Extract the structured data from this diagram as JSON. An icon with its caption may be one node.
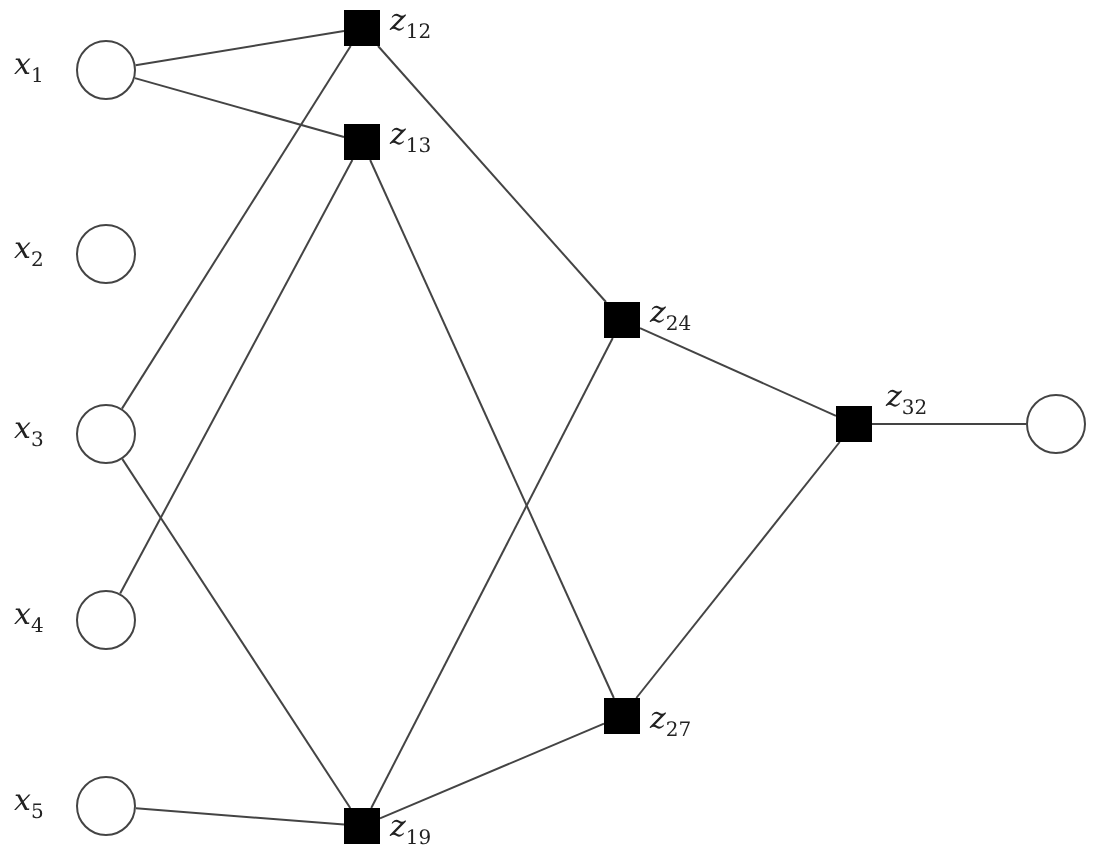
{
  "diagram": {
    "nodes": [
      {
        "text": [],
        "shape": "circle",
        "beside": [
          "x$_{1}$"
        ]
      },
      {
        "text": [],
        "shape": "circle",
        "beside": [
          "x$_{2}$"
        ]
      },
      {
        "text": [],
        "shape": "circle",
        "beside": [
          "x$_{3}$"
        ]
      },
      {
        "text": [],
        "shape": "circle",
        "beside": [
          "x$_{4}$"
        ]
      },
      {
        "text": [],
        "shape": "circle",
        "beside": [
          "x$_{5}$"
        ]
      },
      {
        "text": [],
        "shape": "box",
        "beside": [
          "z$_{12}$"
        ]
      },
      {
        "text": [],
        "shape": "box",
        "beside": [
          "z$_{13}$"
        ]
      },
      {
        "text": [],
        "shape": "box",
        "beside": [
          "z$_{19}$"
        ]
      },
      {
        "text": [],
        "shape": "box",
        "beside": [
          "z$_{24}$"
        ]
      },
      {
        "text": [],
        "shape": "box",
        "beside": [
          "z$_{27}$"
        ]
      },
      {
        "text": [],
        "shape": "box",
        "beside": [
          "z$_{32}$"
        ]
      },
      {
        "text": [],
        "shape": "circle"
      }
    ],
    "edges": [
      {
        "from": 0,
        "to": 5,
        "arrow": "none"
      },
      {
        "from": 0,
        "to": 6,
        "arrow": "none"
      },
      {
        "from": 2,
        "to": 5,
        "arrow": "none"
      },
      {
        "from": 2,
        "to": 7,
        "arrow": "none"
      },
      {
        "from": 3,
        "to": 6,
        "arrow": "none"
      },
      {
        "from": 4,
        "to": 7,
        "arrow": "none"
      },
      {
        "from": 5,
        "to": 8,
        "arrow": "none"
      },
      {
        "from": 6,
        "to": 9,
        "arrow": "none"
      },
      {
        "from": 7,
        "to": 8,
        "arrow": "none"
      },
      {
        "from": 7,
        "to": 9,
        "arrow": "none"
      },
      {
        "from": 8,
        "to": 10,
        "arrow": "none"
      },
      {
        "from": 9,
        "to": 10,
        "arrow": "none"
      },
      {
        "from": 10,
        "to": 11,
        "arrow": "none"
      }
    ]
  }
}
